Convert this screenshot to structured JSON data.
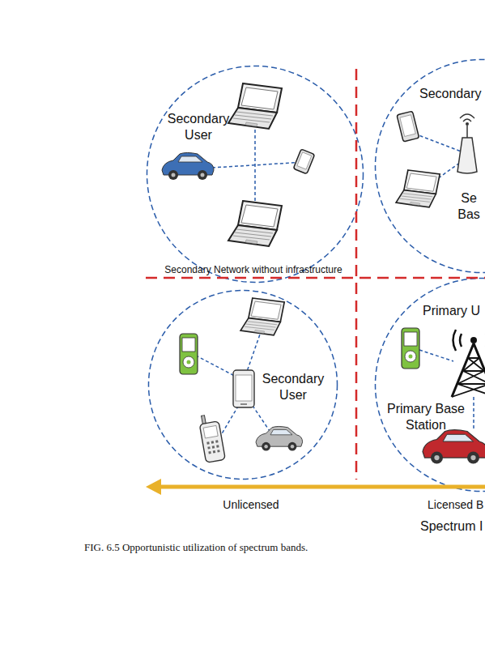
{
  "diagram": {
    "caption": "FIG. 6.5 Opportunistic utilization of spectrum bands.",
    "nodes": [
      {
        "text": [
          "Secondary User"
        ]
      },
      {
        "text": [
          "Secondary",
          "Se Bas"
        ]
      },
      {
        "text": [
          "Secondary User"
        ]
      },
      {
        "text": [
          "Primary U",
          "Primary Base Station"
        ]
      }
    ],
    "labels": [
      "Secondary Network without infrastructure",
      "Unlicensed",
      "Licensed B",
      "Spectrum I"
    ]
  }
}
